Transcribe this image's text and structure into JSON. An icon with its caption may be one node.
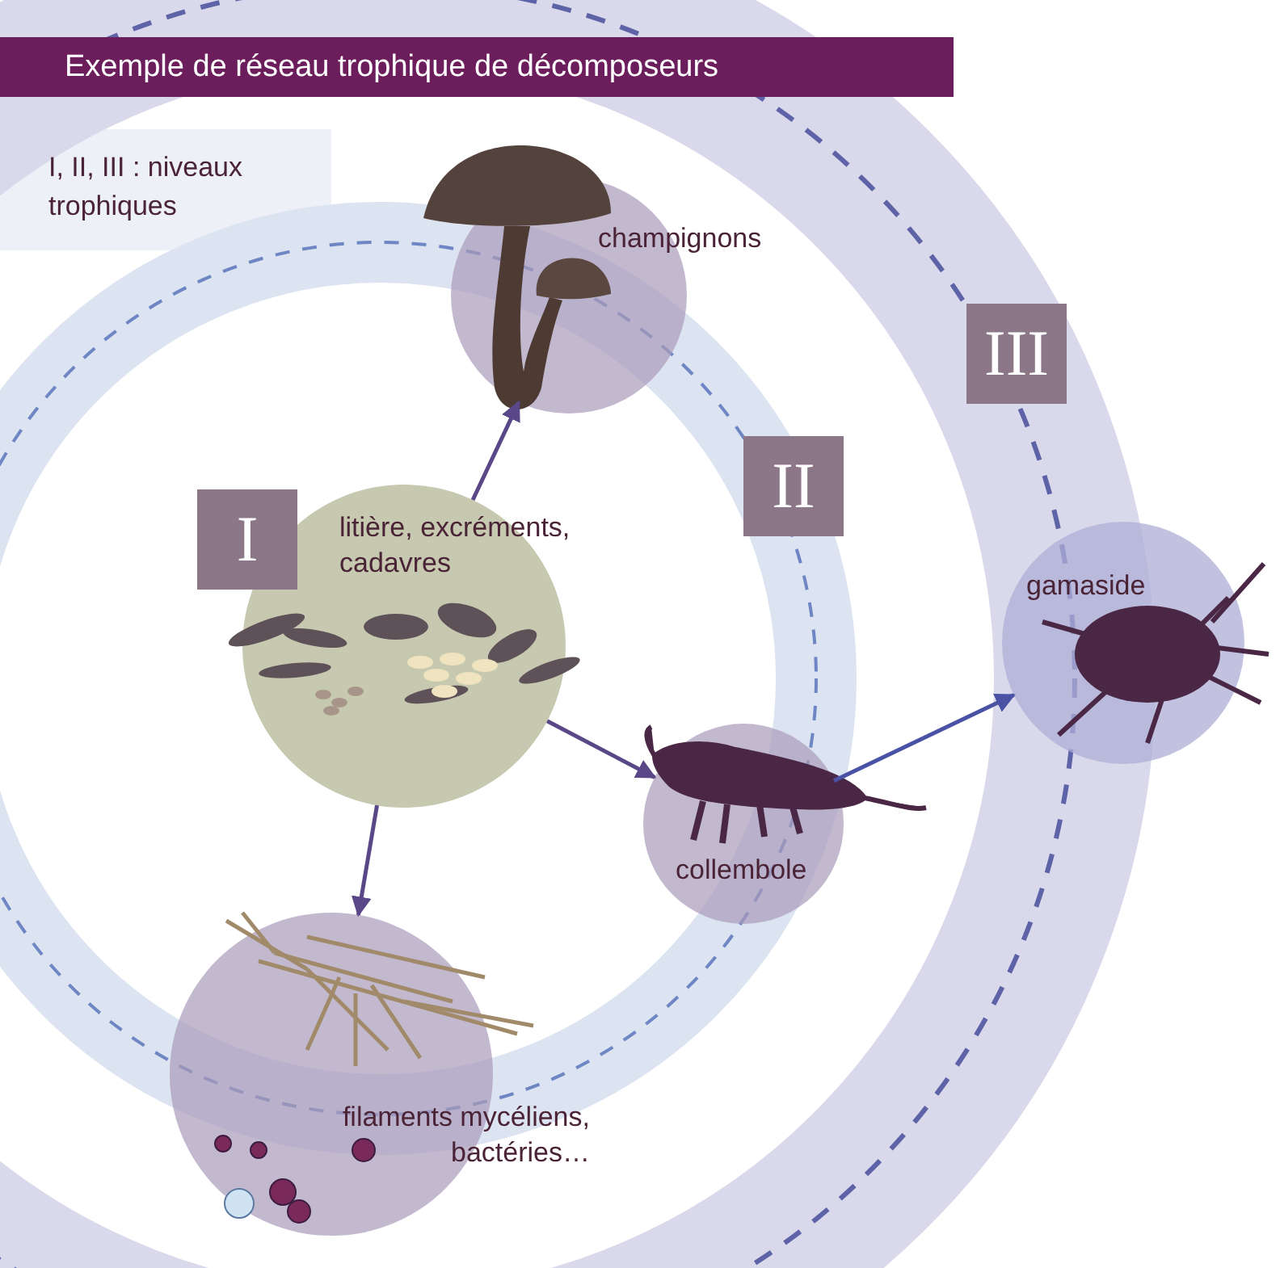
{
  "diagram": {
    "title": "Exemple de réseau trophique de décomposeurs",
    "nodes": [
      {
        "text": [
          "litière, excréments, cadavres"
        ]
      },
      {
        "text": [
          "champignons"
        ]
      },
      {
        "text": [
          "collembole"
        ]
      },
      {
        "text": [
          "gamaside"
        ]
      },
      {
        "text": [
          "filaments mycéliens, bactéries…"
        ]
      }
    ],
    "edges": [
      {
        "from": 0,
        "to": 1,
        "arrow": "to"
      },
      {
        "from": 0,
        "to": 2,
        "arrow": "to"
      },
      {
        "from": 0,
        "to": 4,
        "arrow": "to"
      },
      {
        "from": 2,
        "to": 3,
        "arrow": "to",
        "color": "#4a52a6"
      }
    ],
    "labels": [
      "I, II, III : niveaux trophiques",
      "I",
      "II",
      "III"
    ]
  }
}
